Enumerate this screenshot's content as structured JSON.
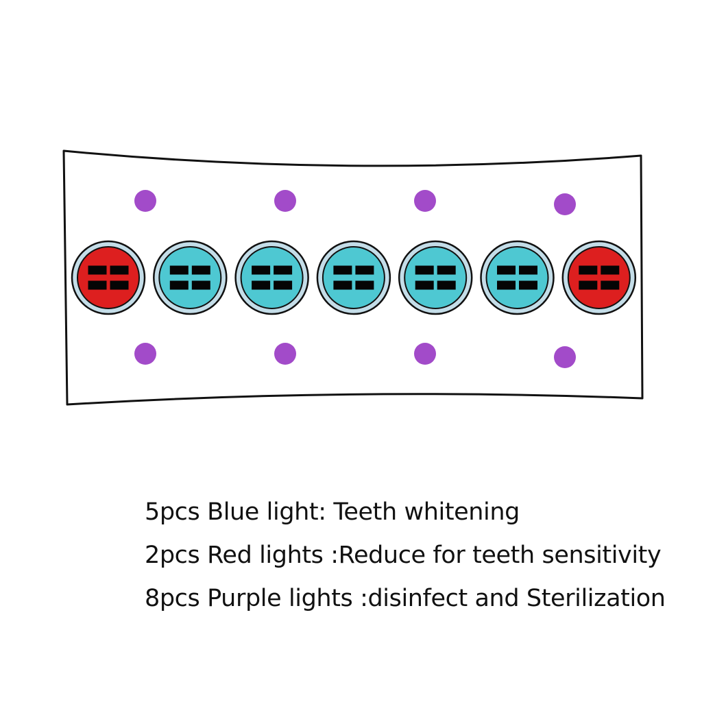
{
  "colors": {
    "outline": "#111111",
    "panel_fill": "#ffffff",
    "ring_fill": "#c4dde8",
    "blue_led": "#4ec8d2",
    "red_led": "#dd1f1f",
    "purple_led": "#a24bc9",
    "chip": "#050505"
  },
  "led_row": [
    {
      "type": "red"
    },
    {
      "type": "blue"
    },
    {
      "type": "blue"
    },
    {
      "type": "blue"
    },
    {
      "type": "blue"
    },
    {
      "type": "blue"
    },
    {
      "type": "red"
    }
  ],
  "purple_leds": {
    "top_row": 4,
    "bottom_row": 4
  },
  "legend": [
    {
      "text": "5pcs Blue light: Teeth whitening"
    },
    {
      "text": "2pcs Red lights :Reduce for teeth sensitivity"
    },
    {
      "text": "8pcs Purple lights :disinfect and Sterilization"
    }
  ]
}
